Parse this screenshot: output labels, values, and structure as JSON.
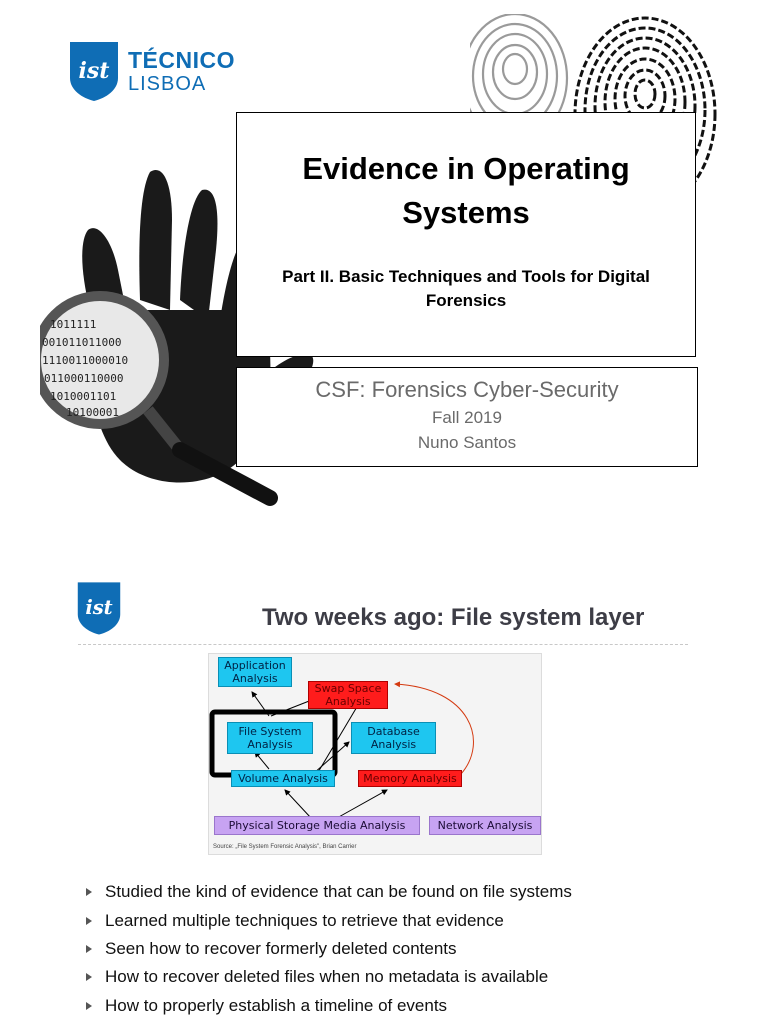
{
  "slide1": {
    "logo": {
      "name": "TÉCNICO",
      "subname": "LISBOA",
      "brand_color": "#0f6db5"
    },
    "title": "Evidence in Operating Systems",
    "subtitle": "Part II. Basic Techniques and Tools for Digital Forensics",
    "course": "CSF: Forensics Cyber-Security",
    "term": "Fall 2019",
    "author": "Nuno Santos",
    "magnifier_digits": [
      "1011111",
      "001011011000",
      "1110011000010",
      "011000110000",
      "1010001101",
      "10100001"
    ],
    "icons": [
      "hand-print-icon",
      "magnifying-glass-icon",
      "fingerprint-icon"
    ]
  },
  "slide2": {
    "title": "Two weeks ago: File system layer",
    "diagram": {
      "nodes": {
        "application": "Application Analysis",
        "swap": "Swap Space Analysis",
        "filesystem": "File System Analysis",
        "database": "Database Analysis",
        "volume": "Volume Analysis",
        "memory": "Memory Analysis",
        "physical": "Physical Storage Media Analysis",
        "network": "Network Analysis"
      },
      "source": "Source: „File System Forensic Analysis\", Brian Carrier",
      "colors": {
        "application_layer": "#1ec6f0",
        "volatile": "#ff1c1c",
        "media": "#c7a3f2"
      }
    },
    "bullets": [
      "Studied the kind of evidence that can be found on file systems",
      "Learned multiple techniques to retrieve that evidence",
      "Seen how to recover formerly deleted contents",
      "How to recover deleted files when no metadata is available",
      "How to properly establish a timeline of events"
    ]
  }
}
